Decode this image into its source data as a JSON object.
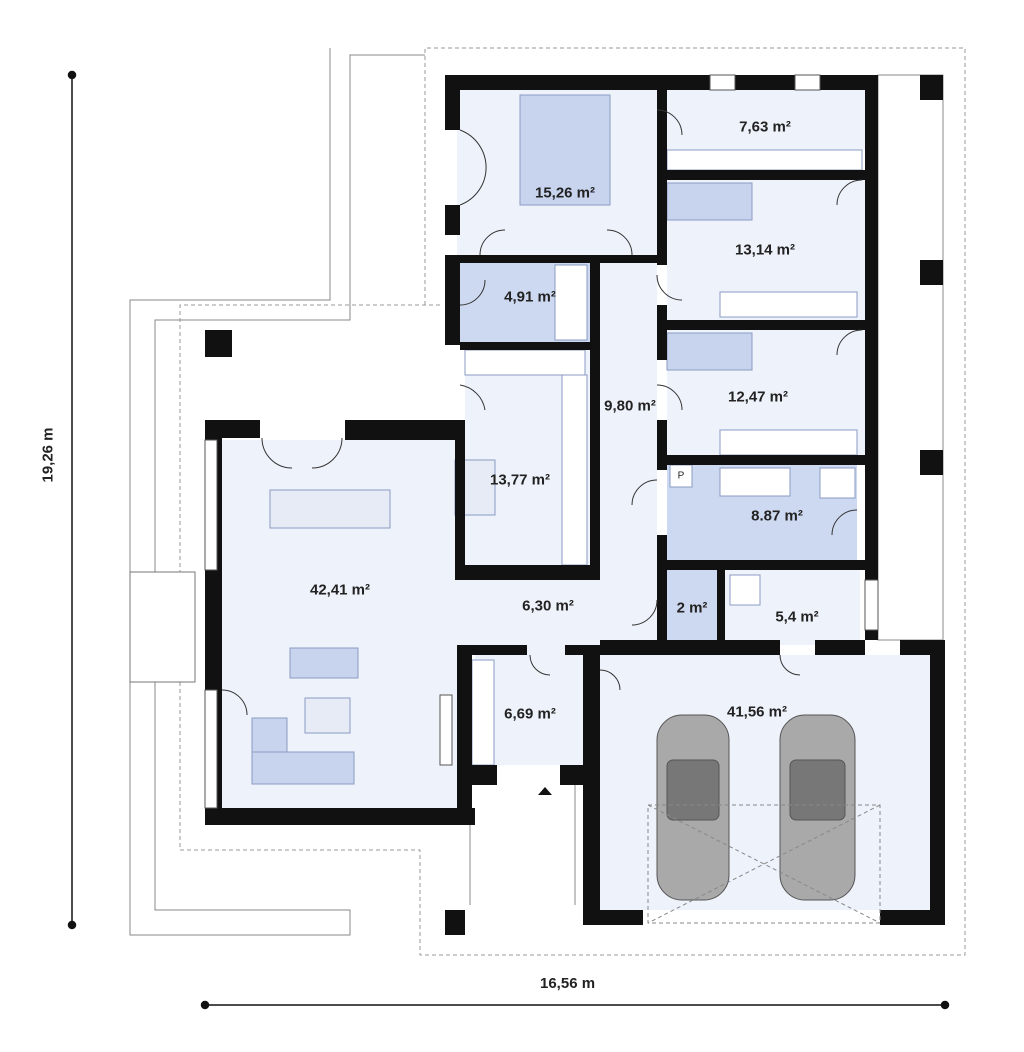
{
  "dimensions": {
    "height": "19,26 m",
    "width": "16,56 m"
  },
  "rooms": {
    "closet": "7,63 m²",
    "master_bedroom": "15,26 m²",
    "bedroom_2": "13,14 m²",
    "bathroom_small": "4,91 m²",
    "hallway": "9,80 m²",
    "bedroom_3": "12,47 m²",
    "kitchen": "13,77 m²",
    "bathroom": "8.87 m²",
    "living_dining": "42,41 m²",
    "entry_hall": "6,30 m²",
    "wc": "2 m²",
    "utility": "5,4 m²",
    "vestibule": "6,69 m²",
    "garage": "41,56 m²"
  },
  "boiler_mark": "P",
  "colors": {
    "wall": "#111111",
    "floor": "#eef2fa",
    "furniture": "#c8d4ee",
    "wet_room": "#cdd9f0"
  }
}
